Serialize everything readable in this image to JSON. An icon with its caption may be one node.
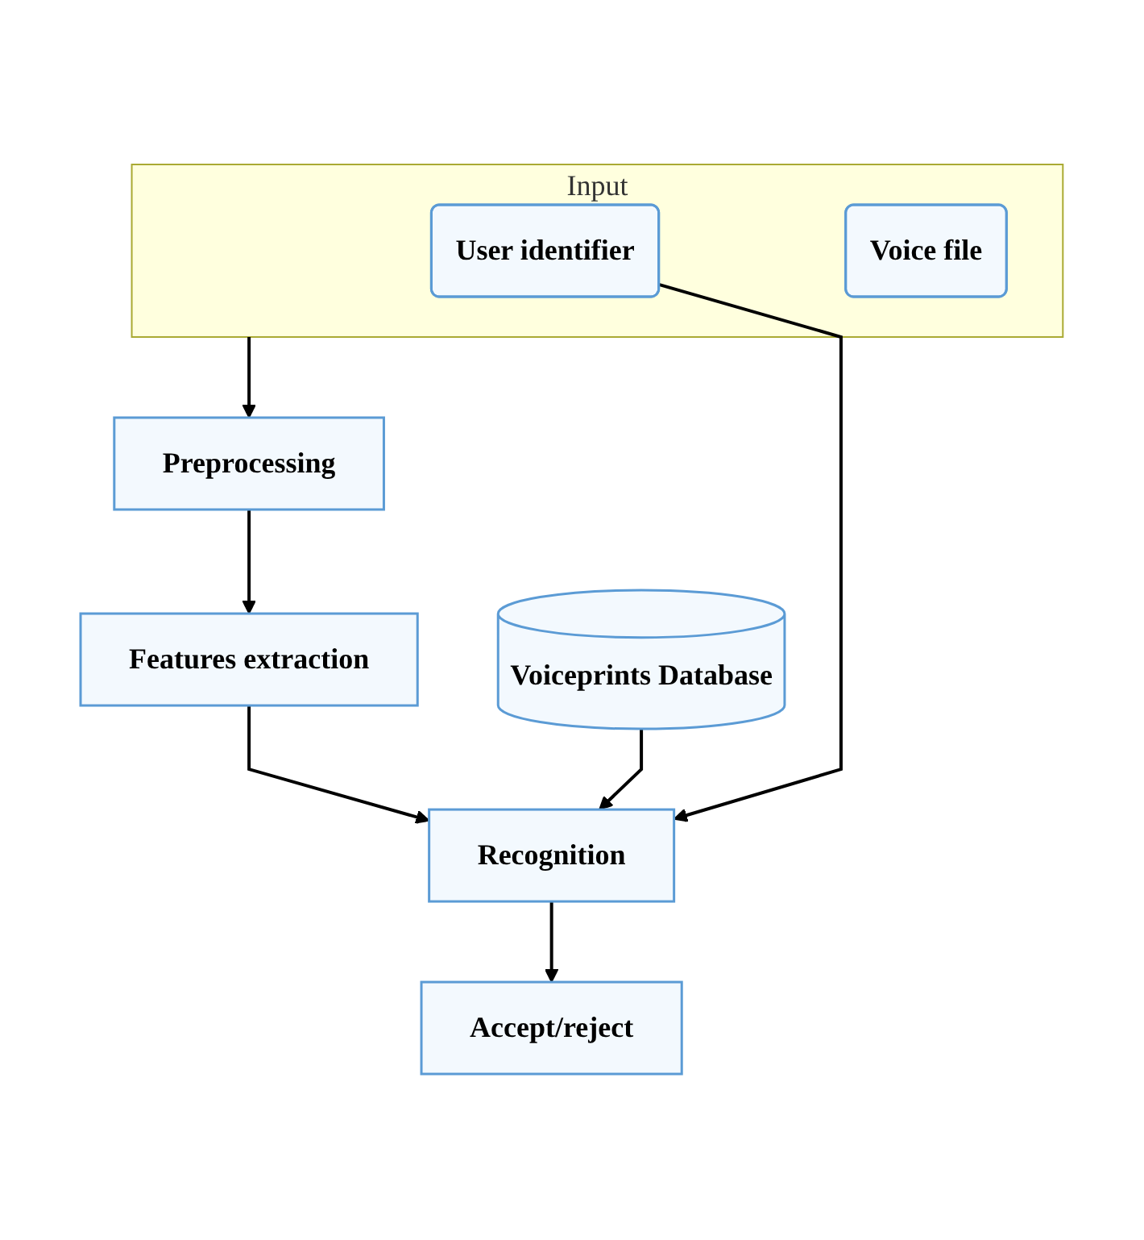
{
  "diagram": {
    "nodes": [
      {
        "text": [
          "Input"
        ]
      },
      {
        "text": [
          "User identifier"
        ],
        "in": 0
      },
      {
        "text": [
          "Voice file"
        ],
        "in": 0
      },
      {
        "text": [
          "Preprocessing"
        ]
      },
      {
        "text": [
          "Features extraction"
        ]
      },
      {
        "text": [
          "Voiceprints Database"
        ]
      },
      {
        "text": [
          "Recognition"
        ]
      },
      {
        "text": [
          "Accept/reject"
        ]
      }
    ],
    "edges": [
      {
        "from": 0,
        "to": 3,
        "arrow": "to"
      },
      {
        "from": 3,
        "to": 4,
        "arrow": "to"
      },
      {
        "from": 4,
        "to": 6,
        "arrow": "to"
      },
      {
        "from": 5,
        "to": 6,
        "arrow": "to"
      },
      {
        "from": 1,
        "to": 6,
        "arrow": "to"
      },
      {
        "from": 6,
        "to": 7,
        "arrow": "to"
      }
    ]
  }
}
